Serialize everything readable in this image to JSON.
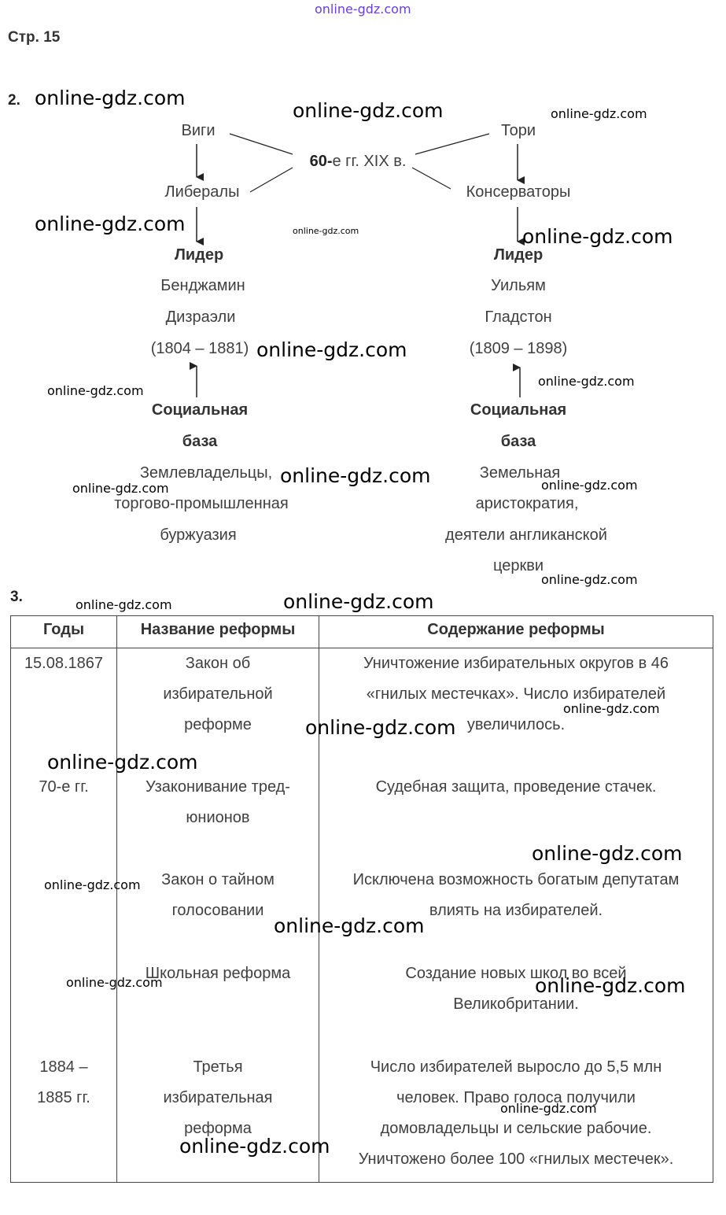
{
  "watermark_top": "online-gdz.com",
  "page_label": "Стр. 15",
  "task2": {
    "number": "2.",
    "center": "60-е гг. XIX в.",
    "left": {
      "party": "Виги",
      "successor": "Либералы",
      "leader_heading": "Лидер",
      "leader_lines": [
        "Бенджамин",
        "Дизраэли",
        "(1804 – 1881)"
      ],
      "base_heading_lines": [
        "Социальная",
        "база"
      ],
      "base_lines": [
        "Землевладельцы,",
        "торгово-промышленная",
        "буржуазия"
      ]
    },
    "right": {
      "party": "Тори",
      "successor": "Консерваторы",
      "leader_heading": "Лидер",
      "leader_lines": [
        "Уильям",
        "Гладстон",
        "(1809 – 1898)"
      ],
      "base_heading_lines": [
        "Социальная",
        "база"
      ],
      "base_lines": [
        "Земельная",
        "аристократия,",
        "деятели англиканской",
        "церкви"
      ]
    }
  },
  "task3": {
    "number": "3.",
    "headers": [
      "Годы",
      "Название реформы",
      "Содержание реформы"
    ],
    "rows": [
      {
        "year": "15.08.1867",
        "name": "Закон об\nизбирательной\nреформе",
        "content": "Уничтожение избирательных округов в 46\n«гнилых местечках». Число избирателей\nувеличилось."
      },
      {
        "year": "70-е гг.",
        "name": "Узаконивание тред-\nюнионов",
        "content": "Судебная защита, проведение стачек."
      },
      {
        "year": "",
        "name": "Закон о тайном\nголосовании",
        "content": "Исключена возможность богатым депутатам\nвлиять на избирателей."
      },
      {
        "year": "",
        "name": "Школьная реформа",
        "content": "Создание новых школ во всей\nВеликобритании."
      },
      {
        "year": "1884 –\n1885 гг.",
        "name": "Третья\nизбирательная\nреформа",
        "content": "Число избирателей выросло до 5,5 млн\nчеловек. Право голоса получили\nдомовладельцы и сельские рабочие.\nУничтожено более 100 «гнилых местечек»."
      }
    ]
  },
  "watermarks": [
    "online-gdz.com"
  ]
}
